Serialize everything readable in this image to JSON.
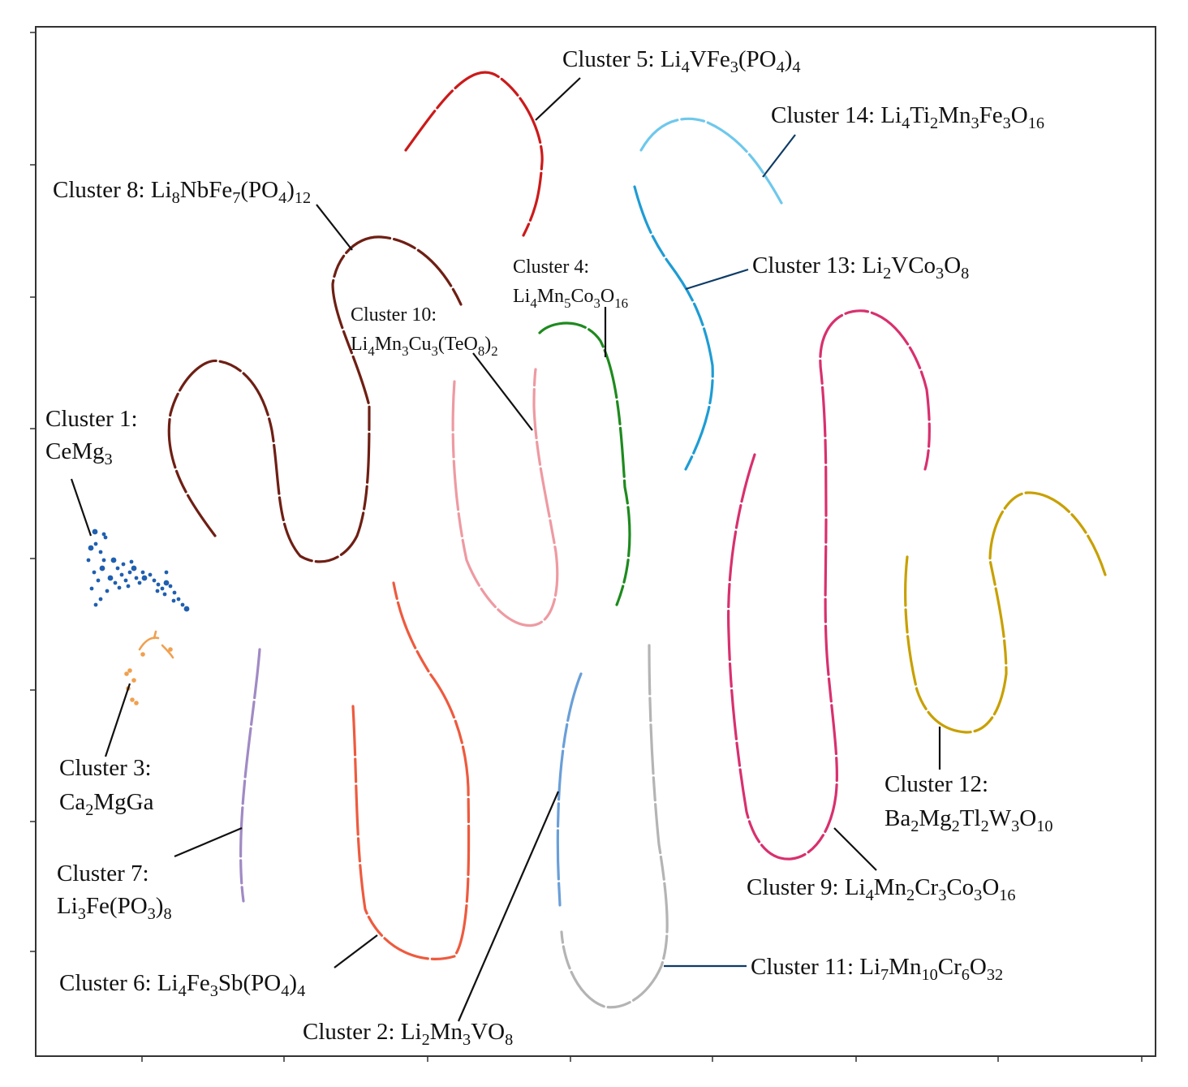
{
  "chart_data": {
    "type": "scatter",
    "title": "",
    "xlabel": "",
    "ylabel": "",
    "x_tick_count": 8,
    "y_tick_count": 8,
    "tick_labels_shown": false,
    "grid": false,
    "legend": "none",
    "series": [
      {
        "name": "Cluster 1: CeMg3",
        "parts": [
          {
            "t": "Cluster 1:"
          },
          {
            "t": "CeMg",
            "br": true
          },
          {
            "t": "3",
            "sub": true
          }
        ],
        "color": "#1f5fb0"
      },
      {
        "name": "Cluster 2: Li2Mn3VO8",
        "parts": [
          {
            "t": "Cluster 2: Li"
          },
          {
            "t": "2",
            "sub": true
          },
          {
            "t": "Mn"
          },
          {
            "t": "3",
            "sub": true
          },
          {
            "t": "VO"
          },
          {
            "t": "8",
            "sub": true
          }
        ],
        "color": "#6a9fd8"
      },
      {
        "name": "Cluster 3: Ca2MgGa",
        "parts": [
          {
            "t": "Cluster 3:"
          },
          {
            "t": "Ca",
            "br": true
          },
          {
            "t": "2",
            "sub": true
          },
          {
            "t": "MgGa"
          }
        ],
        "color": "#f0a050"
      },
      {
        "name": "Cluster 4: Li4Mn5Co3O16",
        "parts": [
          {
            "t": "Cluster 4:"
          },
          {
            "t": "Li",
            "br": true
          },
          {
            "t": "4",
            "sub": true
          },
          {
            "t": "Mn"
          },
          {
            "t": "5",
            "sub": true
          },
          {
            "t": "Co"
          },
          {
            "t": "3",
            "sub": true
          },
          {
            "t": "O"
          },
          {
            "t": "16",
            "sub": true
          }
        ],
        "color": "#1e8a1e"
      },
      {
        "name": "Cluster 5: Li4VFe3(PO4)4",
        "parts": [
          {
            "t": "Cluster 5: Li"
          },
          {
            "t": "4",
            "sub": true
          },
          {
            "t": "VFe"
          },
          {
            "t": "3",
            "sub": true
          },
          {
            "t": "(PO"
          },
          {
            "t": "4",
            "sub": true
          },
          {
            "t": ")"
          },
          {
            "t": "4",
            "sub": true
          }
        ],
        "color": "#cc1a1a"
      },
      {
        "name": "Cluster 6: Li4Fe3Sb(PO4)4",
        "parts": [
          {
            "t": "Cluster 6: Li"
          },
          {
            "t": "4",
            "sub": true
          },
          {
            "t": "Fe"
          },
          {
            "t": "3",
            "sub": true
          },
          {
            "t": "Sb(PO"
          },
          {
            "t": "4",
            "sub": true
          },
          {
            "t": ")"
          },
          {
            "t": "4",
            "sub": true
          }
        ],
        "color": "#ee5a3e"
      },
      {
        "name": "Cluster 7: Li3Fe(PO3)8",
        "parts": [
          {
            "t": "Cluster 7:"
          },
          {
            "t": "Li",
            "br": true
          },
          {
            "t": "3",
            "sub": true
          },
          {
            "t": "Fe(PO"
          },
          {
            "t": "3",
            "sub": true
          },
          {
            "t": ")"
          },
          {
            "t": "8",
            "sub": true
          }
        ],
        "color": "#a08ac4"
      },
      {
        "name": "Cluster 8: Li8NbFe7(PO4)12",
        "parts": [
          {
            "t": "Cluster 8: Li"
          },
          {
            "t": "8",
            "sub": true
          },
          {
            "t": "NbFe"
          },
          {
            "t": "7",
            "sub": true
          },
          {
            "t": "(PO"
          },
          {
            "t": "4",
            "sub": true
          },
          {
            "t": ")"
          },
          {
            "t": "12",
            "sub": true
          }
        ],
        "color": "#6e1f14"
      },
      {
        "name": "Cluster 9: Li4Mn2Cr3Co3O16",
        "parts": [
          {
            "t": "Cluster 9: Li"
          },
          {
            "t": "4",
            "sub": true
          },
          {
            "t": "Mn"
          },
          {
            "t": "2",
            "sub": true
          },
          {
            "t": "Cr"
          },
          {
            "t": "3",
            "sub": true
          },
          {
            "t": "Co"
          },
          {
            "t": "3",
            "sub": true
          },
          {
            "t": "O"
          },
          {
            "t": "16",
            "sub": true
          }
        ],
        "color": "#d8306e"
      },
      {
        "name": "Cluster 10: Li4Mn3Cu3(TeO8)2",
        "parts": [
          {
            "t": "Cluster 10:"
          },
          {
            "t": "Li",
            "br": true
          },
          {
            "t": "4",
            "sub": true
          },
          {
            "t": "Mn"
          },
          {
            "t": "3",
            "sub": true
          },
          {
            "t": "Cu"
          },
          {
            "t": "3",
            "sub": true
          },
          {
            "t": "(TeO"
          },
          {
            "t": "8",
            "sub": true
          },
          {
            "t": ")"
          },
          {
            "t": "2",
            "sub": true
          }
        ],
        "color": "#ee9aa2"
      },
      {
        "name": "Cluster 11: Li7Mn10Cr6O32",
        "parts": [
          {
            "t": "Cluster 11: Li"
          },
          {
            "t": "7",
            "sub": true
          },
          {
            "t": "Mn"
          },
          {
            "t": "10",
            "sub": true
          },
          {
            "t": "Cr"
          },
          {
            "t": "6",
            "sub": true
          },
          {
            "t": "O"
          },
          {
            "t": "32",
            "sub": true
          }
        ],
        "color": "#b4b4b4"
      },
      {
        "name": "Cluster 12: Ba2Mg2Tl2W3O10",
        "parts": [
          {
            "t": "Cluster 12:"
          },
          {
            "t": "Ba",
            "br": true
          },
          {
            "t": "2",
            "sub": true
          },
          {
            "t": "Mg"
          },
          {
            "t": "2",
            "sub": true
          },
          {
            "t": "Tl"
          },
          {
            "t": "2",
            "sub": true
          },
          {
            "t": "W"
          },
          {
            "t": "3",
            "sub": true
          },
          {
            "t": "O"
          },
          {
            "t": "10",
            "sub": true
          }
        ],
        "color": "#c8a000"
      },
      {
        "name": "Cluster 13: Li2VCo3O8",
        "parts": [
          {
            "t": "Cluster 13: Li"
          },
          {
            "t": "2",
            "sub": true
          },
          {
            "t": "VCo"
          },
          {
            "t": "3",
            "sub": true
          },
          {
            "t": "O"
          },
          {
            "t": "8",
            "sub": true
          }
        ],
        "color": "#1e9cd4"
      },
      {
        "name": "Cluster 14: Li4Ti2Mn3Fe3O16",
        "parts": [
          {
            "t": "Cluster 14: Li"
          },
          {
            "t": "4",
            "sub": true
          },
          {
            "t": "Ti"
          },
          {
            "t": "2",
            "sub": true
          },
          {
            "t": "Mn"
          },
          {
            "t": "3",
            "sub": true
          },
          {
            "t": "Fe"
          },
          {
            "t": "3",
            "sub": true
          },
          {
            "t": "O"
          },
          {
            "t": "16",
            "sub": true
          }
        ],
        "color": "#6ec8ec"
      }
    ]
  }
}
